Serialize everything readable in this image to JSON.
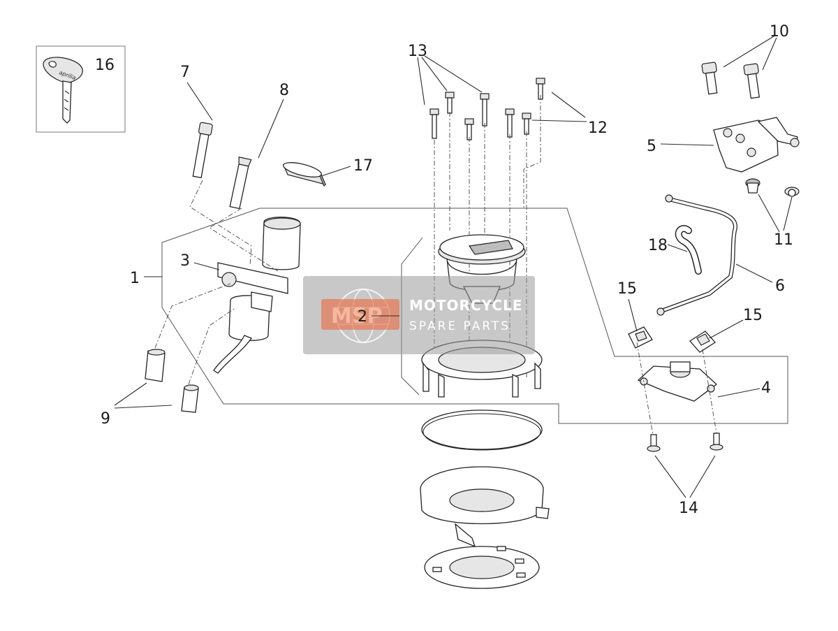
{
  "callouts": {
    "c1": "1",
    "c2": "2",
    "c3": "3",
    "c4": "4",
    "c5": "5",
    "c6": "6",
    "c7": "7",
    "c8": "8",
    "c9": "9",
    "c10": "10",
    "c11": "11",
    "c12": "12",
    "c13": "13",
    "c14": "14",
    "c15a": "15",
    "c15b": "15",
    "c16": "16",
    "c17": "17",
    "c18": "18"
  },
  "watermark": {
    "logo": "MSP",
    "title": "MOTORCYCLE",
    "subtitle": "SPARE PARTS"
  },
  "key_brand": "aprilia"
}
